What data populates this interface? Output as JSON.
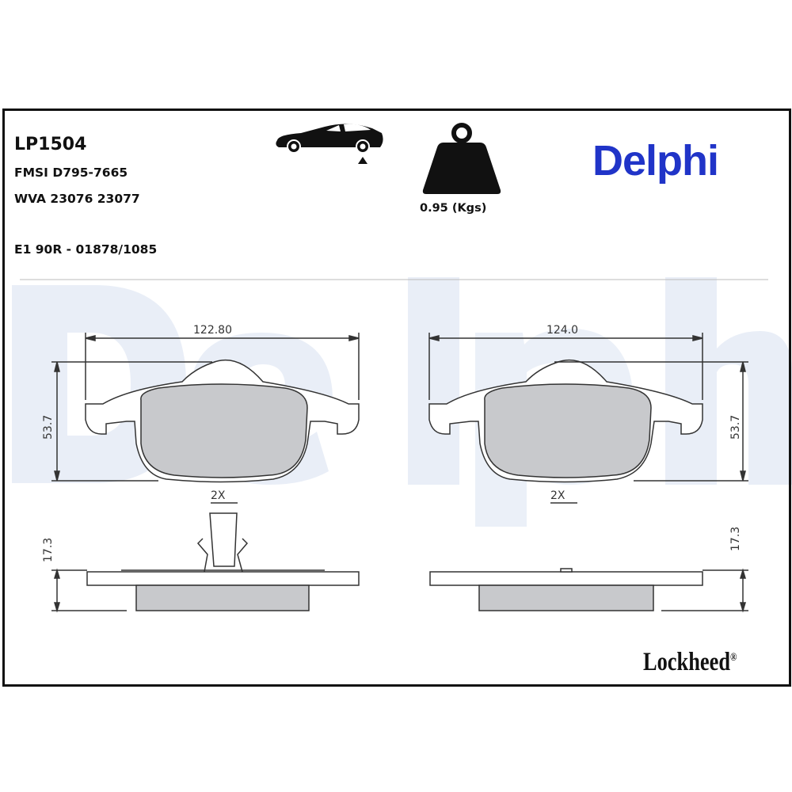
{
  "product": {
    "code": "LP1504",
    "fmsi": "FMSI D795-7665",
    "wva": "WVA 23076 23077",
    "approval": "E1 90R - 01878/1085",
    "weight": "0.95 (Kgs)"
  },
  "brand": {
    "name": "Delphi",
    "color": "#2034c8",
    "watermark": "Delphi",
    "sub_brand": "Lockheed",
    "registered": "®"
  },
  "icons": {
    "car": "car-rear-axle-icon",
    "weight": "weight-icon"
  },
  "drawing": {
    "left_pad": {
      "width": "122.80",
      "height": "53.7",
      "thickness": "17.3",
      "quantity": "2X"
    },
    "right_pad": {
      "width": "124.0",
      "height": "53.7",
      "thickness": "17.3",
      "quantity": "2X"
    },
    "colors": {
      "friction": "#c8c9cc",
      "line": "#333333",
      "watermark": "#e8edf6"
    }
  }
}
